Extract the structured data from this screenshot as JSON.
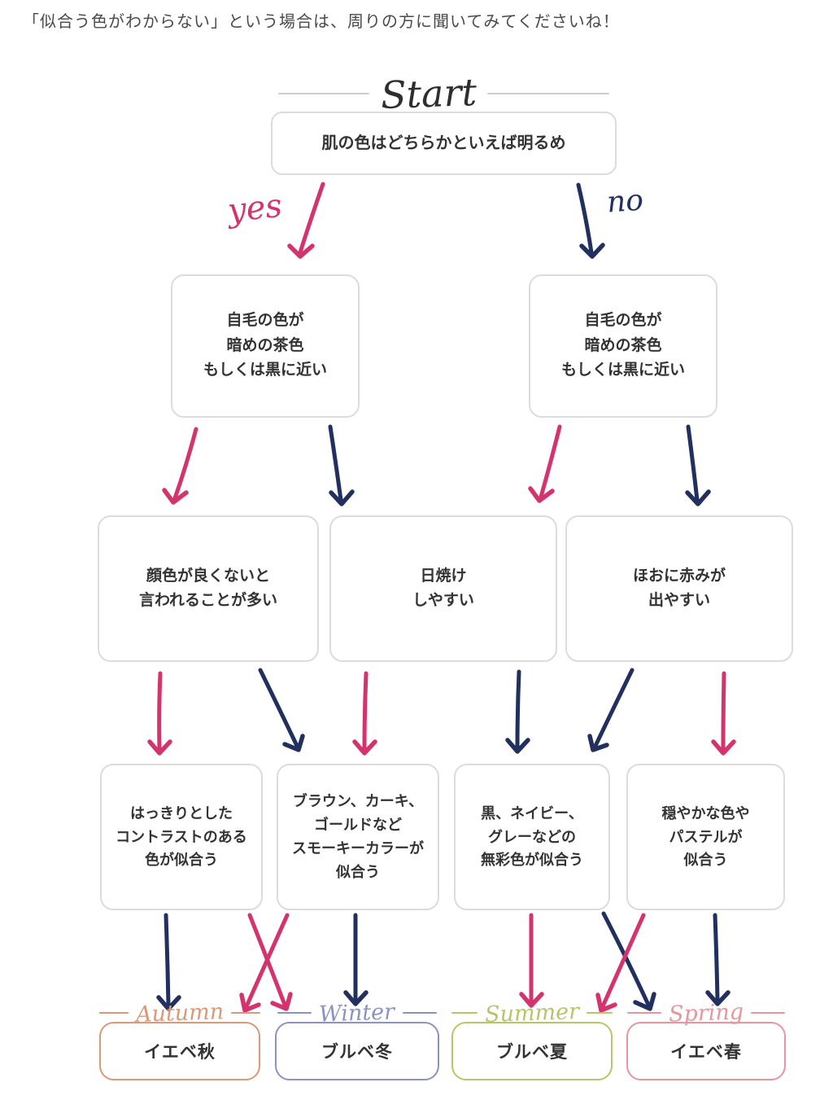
{
  "page": {
    "note": "「似合う色がわからない」という場合は、周りの方に聞いてみてくださいね！"
  },
  "colors": {
    "yes": "#d5336e",
    "no": "#22305f",
    "autumn": "#dd9877",
    "winter": "#8b93c3",
    "summer": "#b5c768",
    "spring": "#e9959e"
  },
  "flowchart": {
    "start_label": "Start",
    "yes_label": "yes",
    "no_label": "no",
    "nodes": {
      "q1": "肌の色はどちらかといえば明るめ",
      "q2l": "自毛の色が\n暗めの茶色\nもしくは黒に近い",
      "q2r": "自毛の色が\n暗めの茶色\nもしくは黒に近い",
      "q3a": "顔色が良くないと\n言われることが多い",
      "q3b": "日焼け\nしやすい",
      "q3c": "ほおに赤みが\n出やすい",
      "q4a": "はっきりとした\nコントラストのある\n色が似合う",
      "q4b": "ブラウン、カーキ、\nゴールドなど\nスモーキーカラーが\n似合う",
      "q4c": "黒、ネイビー、\nグレーなどの\n無彩色が似合う",
      "q4d": "穏やかな色や\nパステルが\n似合う"
    },
    "results": {
      "autumn": {
        "season": "Autumn",
        "name": "イエベ秋"
      },
      "winter": {
        "season": "Winter",
        "name": "ブルベ冬"
      },
      "summer": {
        "season": "Summer",
        "name": "ブルベ夏"
      },
      "spring": {
        "season": "Spring",
        "name": "イエベ春"
      }
    },
    "edges": [
      {
        "from": "q1",
        "to": "q2l",
        "answer": "yes"
      },
      {
        "from": "q1",
        "to": "q2r",
        "answer": "no"
      },
      {
        "from": "q2l",
        "to": "q3a",
        "answer": "yes"
      },
      {
        "from": "q2l",
        "to": "q3b",
        "answer": "no"
      },
      {
        "from": "q2r",
        "to": "q3b",
        "answer": "yes"
      },
      {
        "from": "q2r",
        "to": "q3c",
        "answer": "no"
      },
      {
        "from": "q3a",
        "to": "q4a",
        "answer": "yes"
      },
      {
        "from": "q3a",
        "to": "q4b",
        "answer": "no"
      },
      {
        "from": "q3b",
        "to": "q4b",
        "answer": "yes"
      },
      {
        "from": "q3b",
        "to": "q4c",
        "answer": "no"
      },
      {
        "from": "q3c",
        "to": "q4d",
        "answer": "yes"
      },
      {
        "from": "q3c",
        "to": "q4c",
        "answer": "no"
      },
      {
        "from": "q4a",
        "to": "winter",
        "answer": "yes"
      },
      {
        "from": "q4a",
        "to": "autumn",
        "answer": "no"
      },
      {
        "from": "q4b",
        "to": "autumn",
        "answer": "yes"
      },
      {
        "from": "q4b",
        "to": "winter",
        "answer": "no"
      },
      {
        "from": "q4c",
        "to": "summer",
        "answer": "yes"
      },
      {
        "from": "q4c",
        "to": "spring",
        "answer": "no"
      },
      {
        "from": "q4d",
        "to": "summer",
        "answer": "yes"
      },
      {
        "from": "q4d",
        "to": "spring",
        "answer": "no"
      }
    ]
  }
}
